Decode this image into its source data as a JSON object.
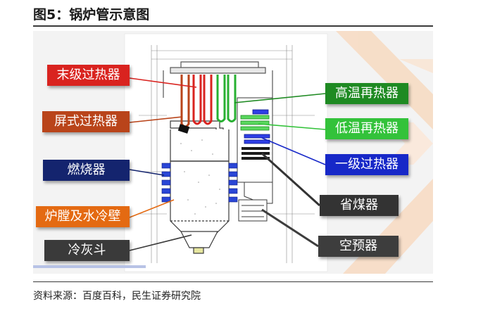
{
  "header": {
    "title": "图5：锅炉管示意图"
  },
  "labels": {
    "final_superheater": "末级过热器",
    "platen_superheater": "屏式过热器",
    "burner": "燃烧器",
    "furnace_waterwall": "炉膛及水冷壁",
    "cold_ash_hopper": "冷灰斗",
    "high_temp_reheater": "高温再热器",
    "low_temp_reheater": "低温再热器",
    "primary_superheater": "一级过热器",
    "economizer": "省煤器",
    "air_preheater": "空预器"
  },
  "colors": {
    "final_superheater": "#d9231f",
    "platen_superheater": "#b9441a",
    "burner": "#14246e",
    "furnace_waterwall": "#e46a12",
    "cold_ash_hopper": "#3a3a3a",
    "high_temp_reheater": "#1e8a22",
    "low_temp_reheater": "#33c23a",
    "primary_superheater": "#1728c8",
    "economizer": "#333333",
    "air_preheater": "#3d3d3d"
  },
  "footer": {
    "source": "资料来源：百度百科，民生证券研究院"
  }
}
